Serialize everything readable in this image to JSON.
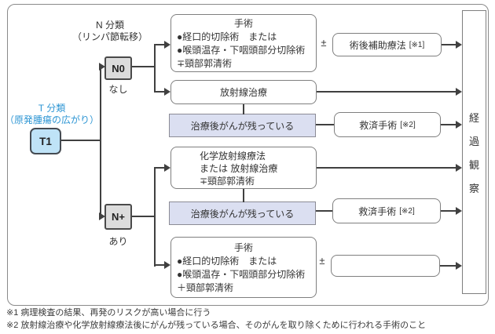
{
  "t_class": {
    "label_line1": "T 分類",
    "label_line2": "（原発腫瘍の広がり）",
    "node": "T1"
  },
  "n_class": {
    "label_line1": "N 分類",
    "label_line2": "（リンパ節転移）",
    "n0": {
      "node": "N0",
      "caption": "なし"
    },
    "n_plus": {
      "node": "N+",
      "caption": "あり"
    }
  },
  "boxes": {
    "surgery_top": {
      "title": "手術",
      "line1": "●経口的切除術　または",
      "line2": "●喉頭温存・下咽頭部分切除術",
      "line3": "∓頸部郭清術"
    },
    "adjuvant_top": {
      "label": "術後補助療法",
      "ref": "[※1]"
    },
    "radiation": {
      "label": "放射線治療"
    },
    "residual_top": {
      "label": "治療後がんが残っている"
    },
    "salvage_top": {
      "label": "救済手術",
      "ref": "[※2]"
    },
    "chemoradiation": {
      "line1": "化学放射線療法",
      "line2": "または 放射線治療",
      "line3": "∓頸部郭清術"
    },
    "residual_bottom": {
      "label": "治療後がんが残っている"
    },
    "salvage_bottom": {
      "label": "救済手術",
      "ref": "[※2]"
    },
    "surgery_bottom": {
      "title": "手術",
      "line1": "●経口的切除術　または",
      "line2": "●喉頭温存・下咽頭部分切除術",
      "line3": "＋頸部郭清術"
    },
    "followup": {
      "chars": [
        "経",
        "過",
        "観",
        "察"
      ]
    }
  },
  "symbols": {
    "plus_minus": "±"
  },
  "footnotes": {
    "note1": "※1 病理検査の結果、再発のリスクが高い場合に行う",
    "note2": "※2 放射線治療や化学放射線療法後にがんが残っている場合、そのがんを取り除くために行われる手術のこと"
  },
  "colors": {
    "t_node_fill": "#bfe3f7",
    "n_node_fill": "#dcdcdc",
    "residual_fill": "#dbdff1",
    "label_blue": "#2e96d4",
    "line": "#404040"
  }
}
